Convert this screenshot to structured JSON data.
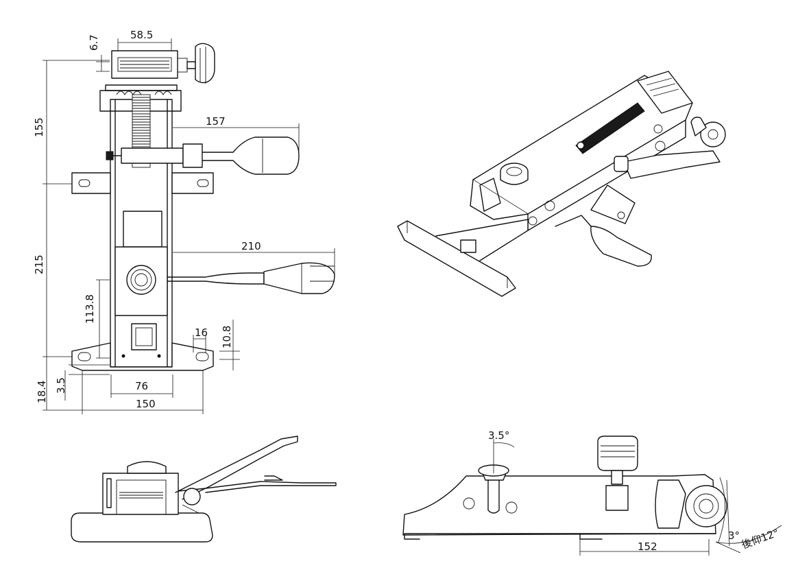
{
  "dimensions": {
    "top_width": "58.5",
    "top_offset": "6.7",
    "upper_height": "155",
    "lever_length": "157",
    "lower_height": "215",
    "knob_lever_length": "210",
    "center_height": "113.8",
    "slot_width": "16",
    "slot_height": "10.8",
    "bottom_offset": "18.4",
    "plate_thickness": "3.5",
    "hole_spacing": "76",
    "total_width": "150",
    "bracket_length": "152"
  },
  "angles": {
    "front_tilt": "3.5°",
    "back_tilt": "3°",
    "recline_label": "後仰12°"
  }
}
